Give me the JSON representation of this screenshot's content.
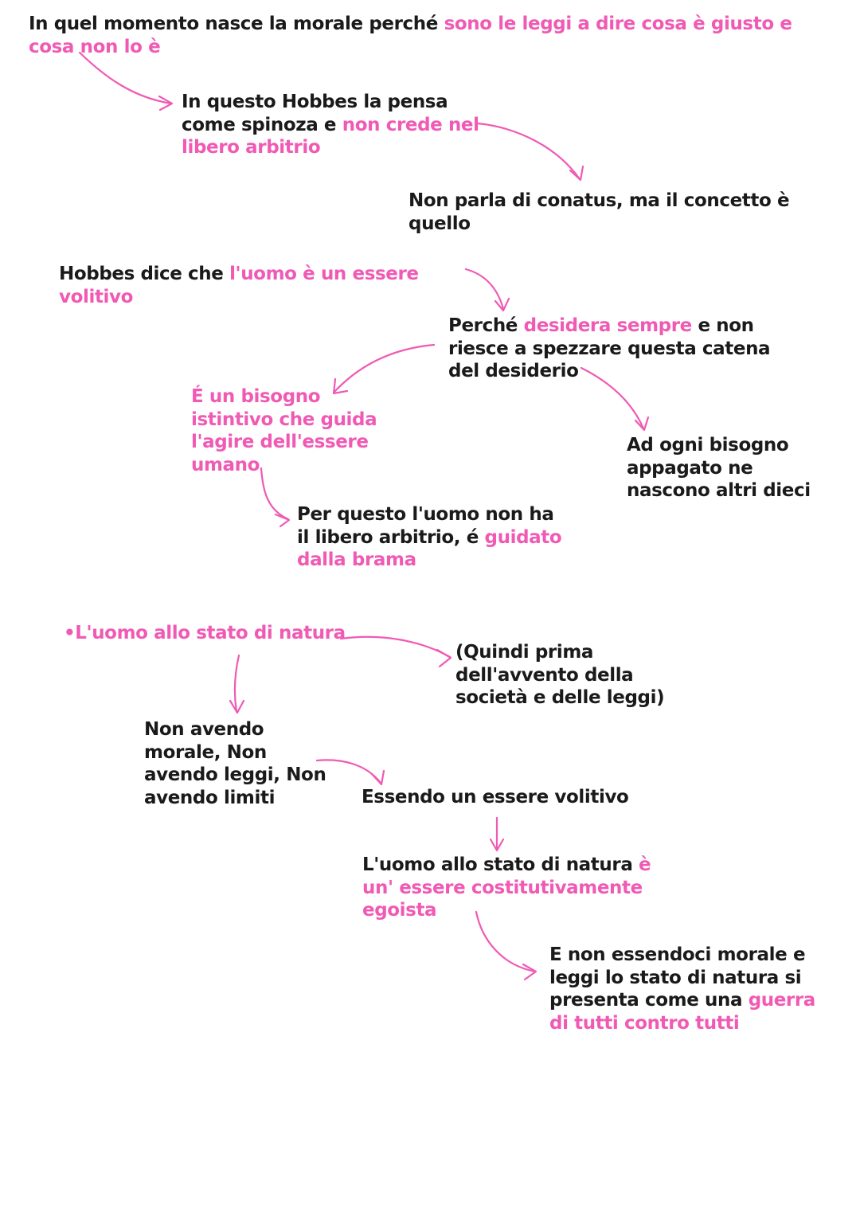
{
  "accent_color": "#f05ab4",
  "text_color": "#1a1a1a",
  "notes": {
    "morale": {
      "a": "In quel momento nasce la morale perché ",
      "b": "sono le leggi a dire cosa è giusto e cosa non lo è"
    },
    "spinoza": {
      "a": "In questo Hobbes la pensa come spinoza e ",
      "b": "non crede nel libero arbitrio"
    },
    "conatus": "Non parla di conatus, ma il concetto è quello",
    "volitivo": {
      "a": "Hobbes dice che ",
      "b": "l'uomo è un essere volitivo"
    },
    "desidera": {
      "a": "Perché ",
      "b": "desidera sempre",
      "c": " e non riesce a spezzare questa catena del desiderio"
    },
    "bisogno": "É un bisogno istintivo che guida l'agire dell'essere umano",
    "dieci": "Ad ogni bisogno appagato ne nascono altri dieci",
    "arbitrio": {
      "a": "Per questo l'uomo non ha il libero arbitrio, é ",
      "b": "guidato dalla brama"
    },
    "stato_natura": "•L'uomo allo stato di natura",
    "quindi": "(Quindi prima dell'avvento della società e delle leggi)",
    "non_avendo": "Non avendo morale, Non avendo leggi, Non avendo limiti",
    "essendo": "Essendo un essere volitivo",
    "egoista": {
      "a": "L'uomo allo stato di natura ",
      "b": "è un' essere costitutivamente egoista"
    },
    "guerra": {
      "a": "E non essendoci morale e leggi lo stato di natura si presenta come una ",
      "b": "guerra di tutti contro tutti"
    }
  }
}
